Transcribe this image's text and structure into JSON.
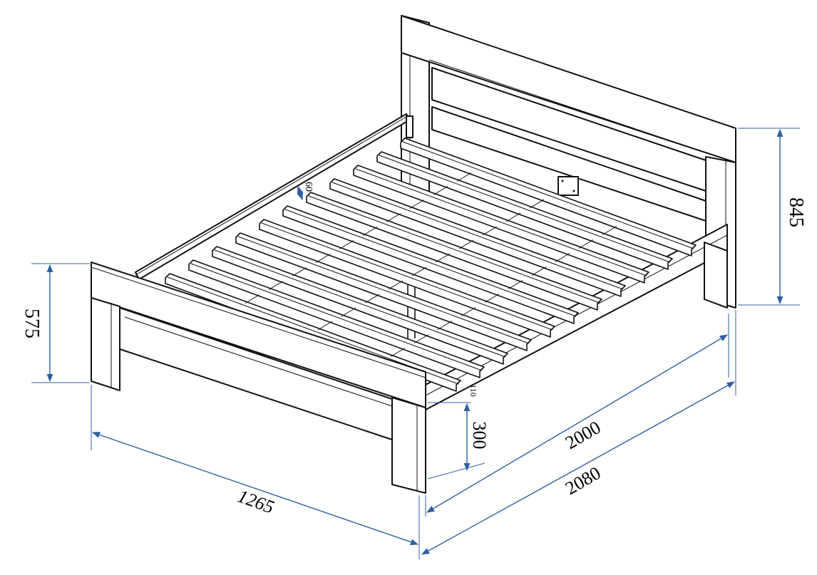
{
  "dimensions": {
    "headboard_height": "845",
    "footboard_height": "575",
    "width": "1265",
    "inner_length": "2000",
    "outer_length": "2080",
    "clearance": "300",
    "slat_spacing": "60",
    "rail_height": "110"
  },
  "colors": {
    "outline": "#111111",
    "dimension_line": "#2f5f9f",
    "background": "#ffffff"
  }
}
